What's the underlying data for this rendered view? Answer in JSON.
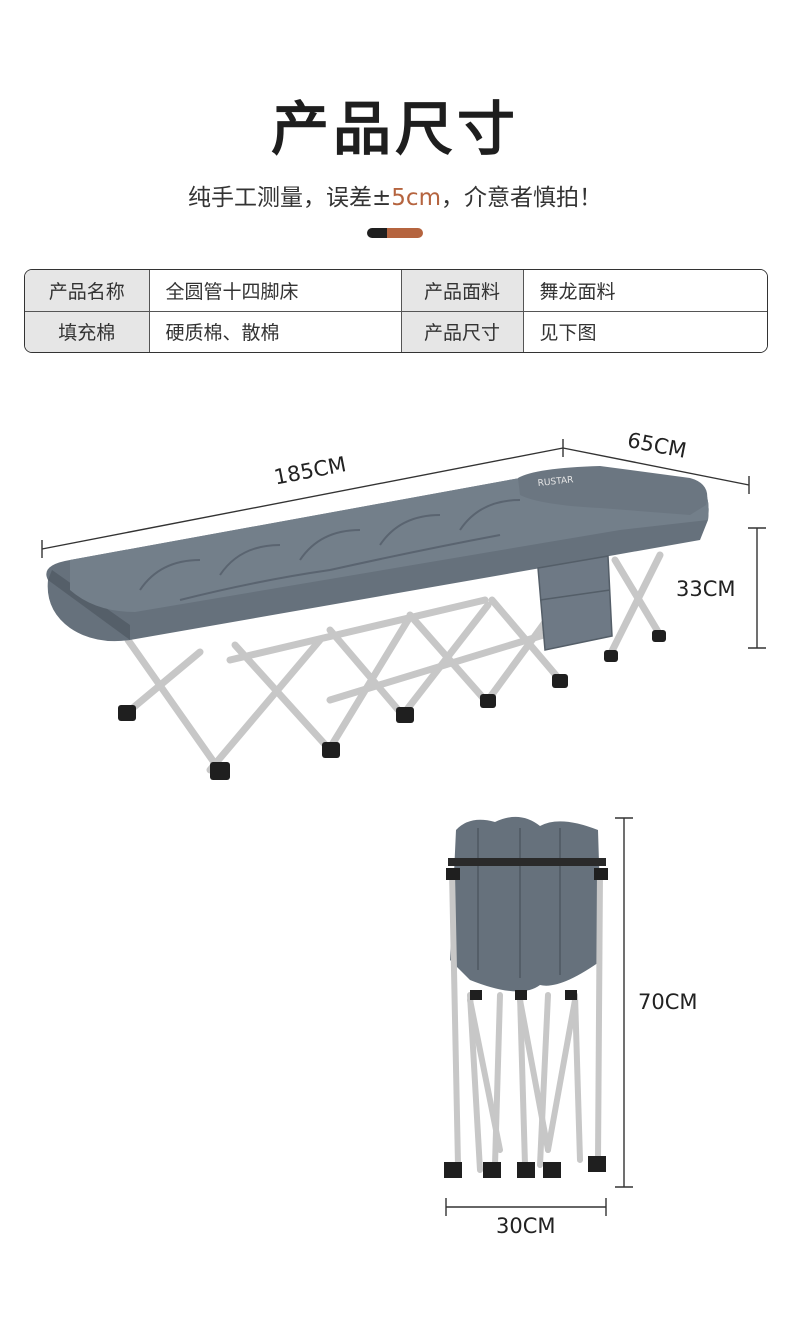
{
  "header": {
    "title": "产品尺寸",
    "subtitle_pre": "纯手工测量，误差±",
    "subtitle_accent": "5cm",
    "subtitle_post": "，介意者慎拍！"
  },
  "specs": {
    "rows": [
      {
        "k1": "产品名称",
        "v1": "全圆管十四脚床",
        "k2": "产品面料",
        "v2": "舞龙面料"
      },
      {
        "k1": "填充棉",
        "v1": "硬质棉、散棉",
        "k2": "产品尺寸",
        "v2": "见下图"
      }
    ]
  },
  "dimensions": {
    "length": "185CM",
    "width": "65CM",
    "height": "33CM",
    "folded_height": "70CM",
    "folded_width": "30CM"
  },
  "colors": {
    "accent": "#b5643f",
    "fabric": "#66717c",
    "frame": "#c9c9c9"
  },
  "brand_label": "RUSTAR"
}
